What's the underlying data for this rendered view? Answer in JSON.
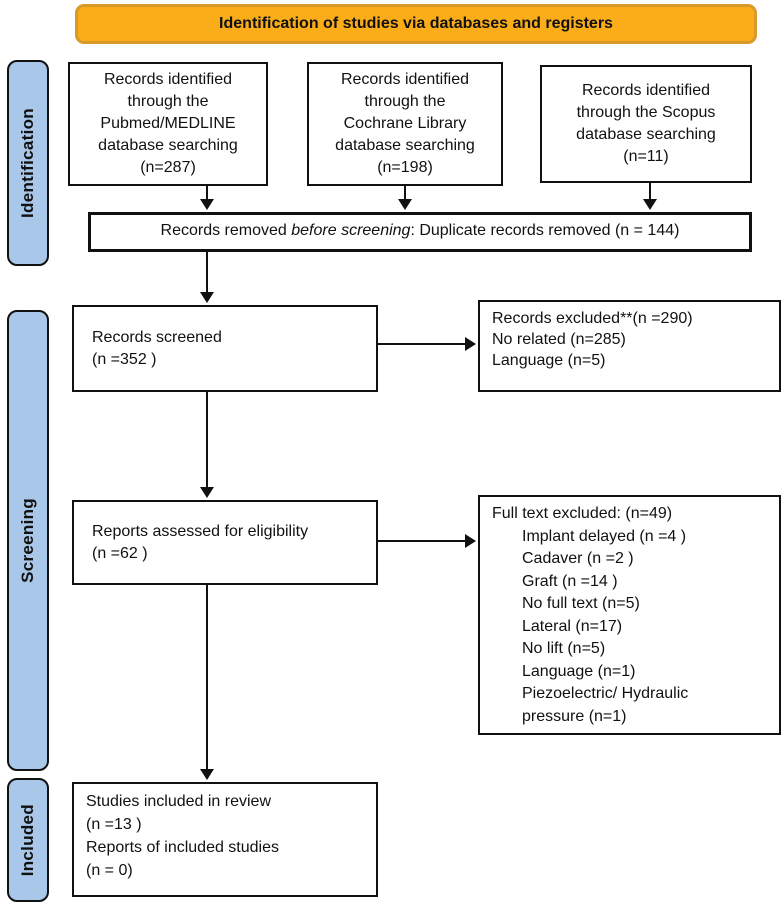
{
  "banner": {
    "label": "Identification of studies via databases and registers"
  },
  "colors": {
    "banner_fill": "#FBAC19",
    "banner_border": "#D99A2B",
    "stage_fill": "#A9C7E8",
    "line": "#111111"
  },
  "stages": {
    "identification": "Identification",
    "screening": "Screening",
    "included": "Included"
  },
  "boxes": {
    "pubmed": {
      "lines": [
        "Records identified",
        "through the",
        "Pubmed/MEDLINE",
        "database searching",
        "(n=287)"
      ]
    },
    "cochrane": {
      "lines": [
        "Records identified",
        "through the",
        "Cochrane Library",
        "database searching",
        "(n=198)"
      ]
    },
    "scopus": {
      "lines": [
        "Records identified",
        "through the Scopus",
        "database searching",
        "(n=11)"
      ]
    },
    "duplicates": {
      "prefix": "Records removed ",
      "italic": "before screening",
      "suffix": ": Duplicate records removed (n = 144)"
    },
    "screened": {
      "lines": [
        "Records screened",
        "(n =352 )"
      ]
    },
    "excluded": {
      "lines": [
        "Records excluded**(n =290)",
        "No related (n=285)",
        "Language (n=5)"
      ]
    },
    "eligibility": {
      "lines": [
        "Reports assessed for eligibility",
        "(n =62 )"
      ]
    },
    "fulltext": {
      "title": "Full text excluded: (n=49)",
      "items": [
        "Implant delayed (n =4 )",
        "Cadaver (n =2 )",
        "Graft (n =14 )",
        "No full text (n=5)",
        "Lateral (n=17)",
        "No lift (n=5)",
        "Language (n=1)",
        "Piezoelectric/ Hydraulic",
        "pressure (n=1)"
      ]
    },
    "included": {
      "lines": [
        "Studies included in review",
        "(n =13 )",
        "Reports of included studies",
        "(n = 0)"
      ]
    }
  }
}
